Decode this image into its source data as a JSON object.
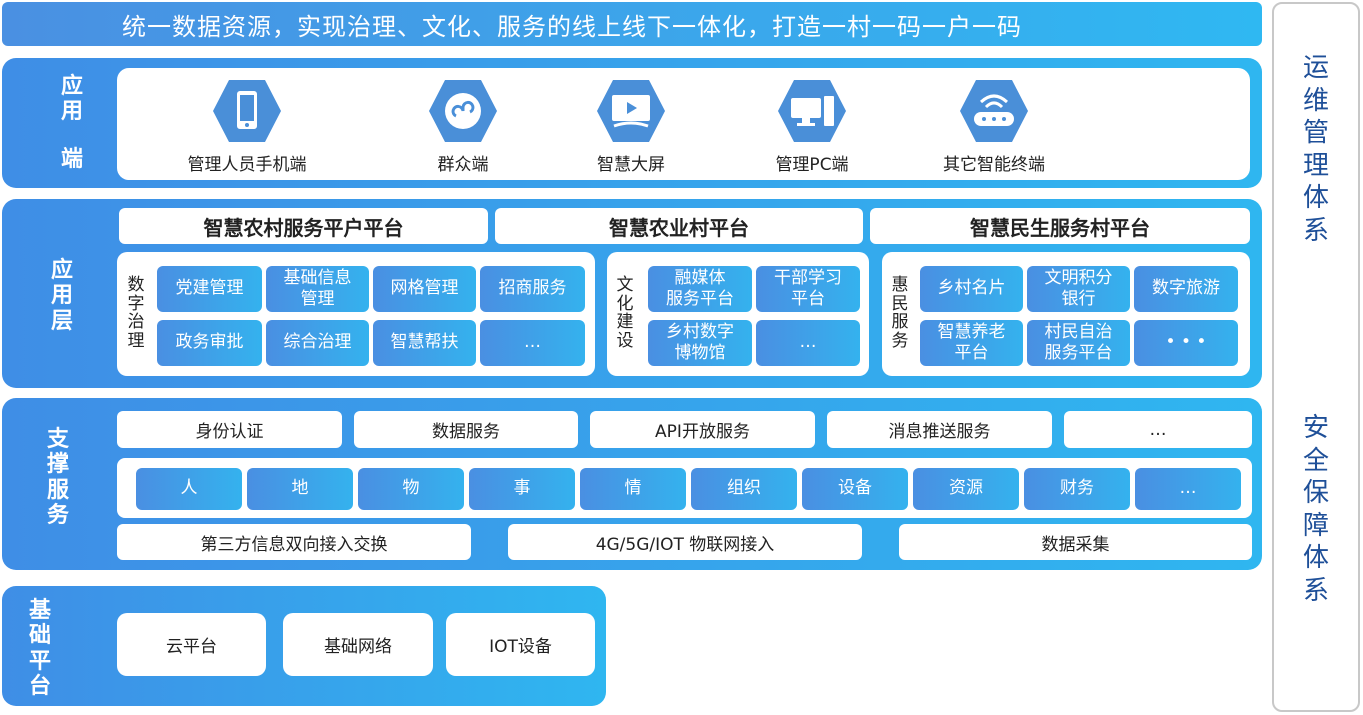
{
  "banner": "统一数据资源，实现治理、文化、服务的线上线下一体化，打造一村一码一户一码",
  "app_terminal": {
    "label": [
      "应",
      "用",
      "",
      "端"
    ],
    "items": [
      {
        "icon": "smartphone-icon",
        "label": "管理人员手机端"
      },
      {
        "icon": "mini-program-icon",
        "label": "群众端"
      },
      {
        "icon": "big-screen-icon",
        "label": "智慧大屏"
      },
      {
        "icon": "pc-icon",
        "label": "管理PC端"
      },
      {
        "icon": "router-icon",
        "label": "其它智能终端"
      }
    ]
  },
  "app_layer": {
    "label": [
      "应",
      "用",
      "层"
    ],
    "platforms": [
      "智慧农村服务平户平台",
      "智慧农业村平台",
      "智慧民生服务村平台"
    ],
    "group1": {
      "title": [
        "数",
        "字",
        "治",
        "理"
      ],
      "tiles": [
        [
          "党建管理"
        ],
        [
          "基础信息",
          "管理"
        ],
        [
          "网格管理"
        ],
        [
          "招商服务"
        ],
        [
          "政务审批"
        ],
        [
          "综合治理"
        ],
        [
          "智慧帮扶"
        ],
        [
          "…"
        ]
      ]
    },
    "group2": {
      "title": [
        "文",
        "化",
        "建",
        "设"
      ],
      "tiles": [
        [
          "融媒体",
          "服务平台"
        ],
        [
          "干部学习",
          "平台"
        ],
        [
          "乡村数字",
          "博物馆"
        ],
        [
          "…"
        ]
      ]
    },
    "group3": {
      "title": [
        "惠",
        "民",
        "服",
        "务"
      ],
      "tiles": [
        [
          "乡村名片"
        ],
        [
          "文明积分",
          "银行"
        ],
        [
          "数字旅游"
        ],
        [
          "智慧养老",
          "平台"
        ],
        [
          "村民自治",
          "服务平台"
        ],
        [
          "• • •"
        ]
      ]
    }
  },
  "support": {
    "label": [
      "支",
      "撑",
      "服",
      "务"
    ],
    "row1": [
      "身份认证",
      "数据服务",
      "API开放服务",
      "消息推送服务",
      "…"
    ],
    "row2": [
      "人",
      "地",
      "物",
      "事",
      "情",
      "组织",
      "设备",
      "资源",
      "财务",
      "…"
    ],
    "row3": [
      "第三方信息双向接入交换",
      "4G/5G/IOT 物联网接入",
      "数据采集"
    ]
  },
  "base": {
    "label": [
      "基",
      "础",
      "平",
      "台"
    ],
    "items": [
      "云平台",
      "基础网络",
      "IOT设备"
    ]
  },
  "right": {
    "top": [
      "运",
      "维",
      "管",
      "理",
      "体",
      "系"
    ],
    "bottom": [
      "安",
      "全",
      "保",
      "障",
      "体",
      "系"
    ]
  },
  "colors": {
    "band_start": "#3f8ee6",
    "band_end": "#2fb6f0",
    "hex_icon": "#4a8fd8",
    "right_text": "#1e4f98"
  }
}
